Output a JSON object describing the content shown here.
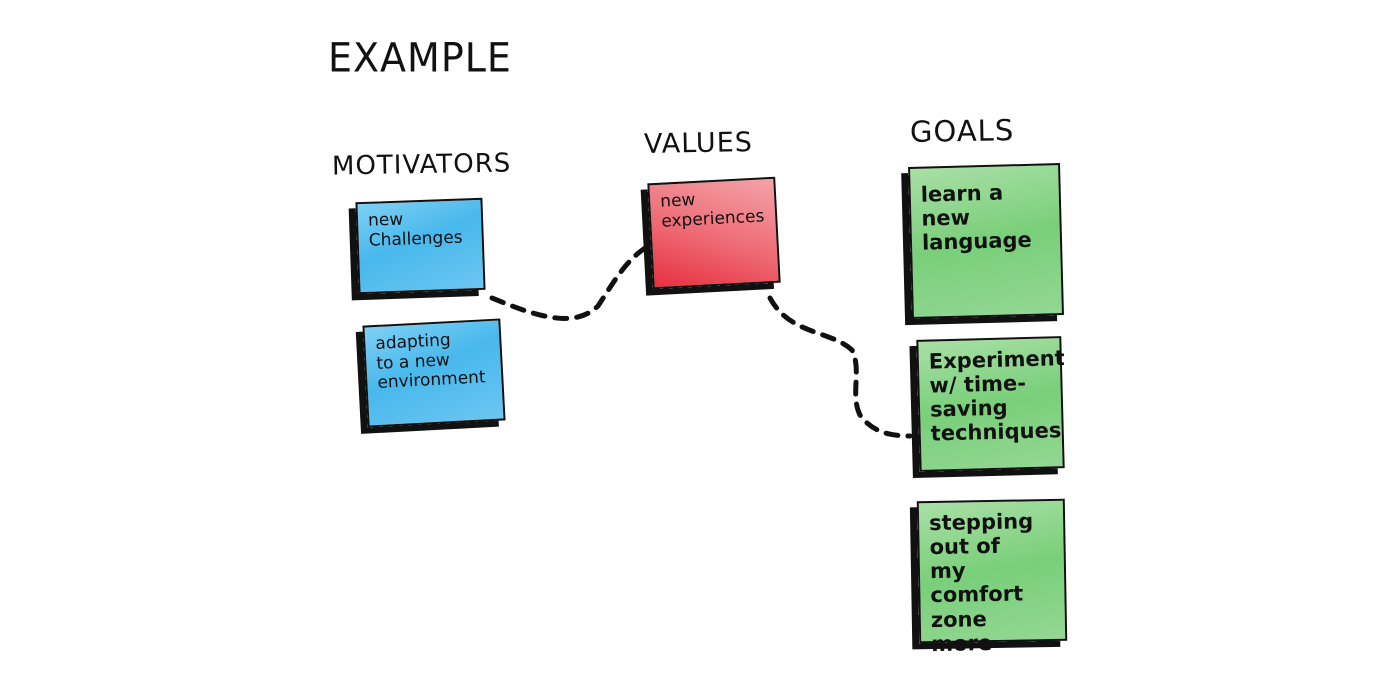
{
  "title": "EXAMPLE",
  "columns": {
    "motivators": "MOTIVATORS",
    "values": "VALUES",
    "goals": "GOALS"
  },
  "notes": {
    "motivator_1": "new\nChallenges",
    "motivator_2": "adapting\nto a new\nenvironment",
    "value_1": "new\nexperiences",
    "goal_1": "learn a\nnew\nlanguage",
    "goal_2": "Experiment\nw/ time-\nsaving\ntechniques",
    "goal_3": "stepping\nout of\nmy comfort\nzone more"
  },
  "colors": {
    "motivator_note": "#48b8ec",
    "value_note": "#ee6a74",
    "goal_note": "#79cf7a",
    "ink": "#111111"
  }
}
